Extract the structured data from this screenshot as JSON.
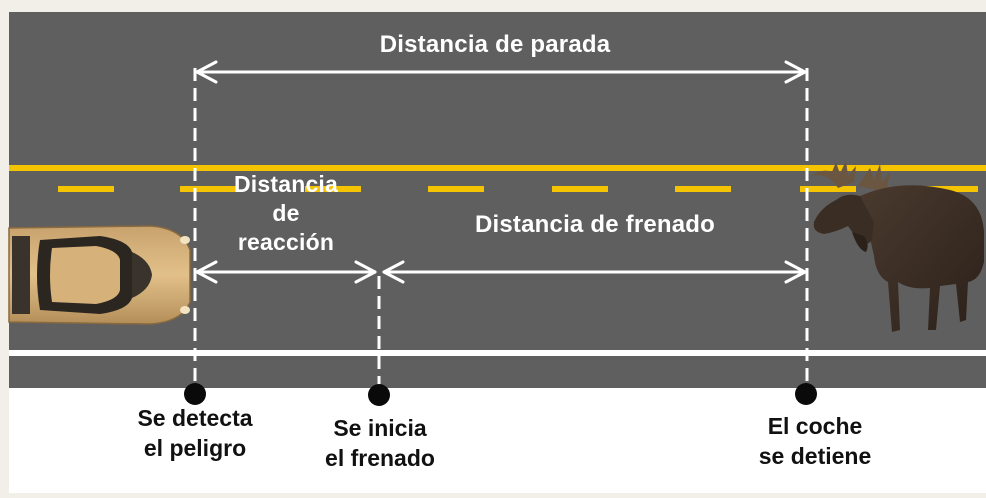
{
  "labels": {
    "stopping_distance": "Distancia de parada",
    "reaction_distance": "Distancia\nde\nreacción",
    "braking_distance": "Distancia de frenado"
  },
  "events": {
    "hazard_detected": "Se detecta\nel peligro",
    "braking_begins": "Se inicia\nel frenado",
    "car_stops": "El coche\nse detiene"
  },
  "colors": {
    "asphalt": "#5f5f5f",
    "lane_yellow": "#f5c400",
    "lane_white": "#ffffff",
    "background": "#f2efe9"
  }
}
